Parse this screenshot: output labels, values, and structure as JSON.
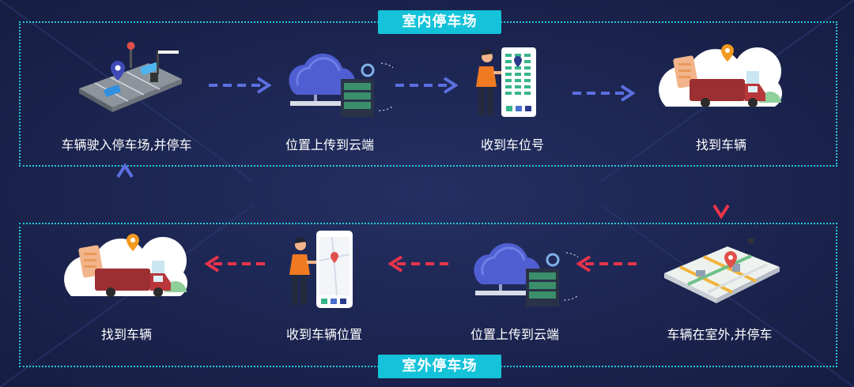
{
  "indoor": {
    "title": "室内停车场",
    "steps": [
      {
        "label": "车辆驶入停车场,并停车",
        "icon": "parking-lot-icon"
      },
      {
        "label": "位置上传到云端",
        "icon": "cloud-server-icon"
      },
      {
        "label": "收到车位号",
        "icon": "person-phone-icon"
      },
      {
        "label": "找到车辆",
        "icon": "truck-location-icon"
      }
    ]
  },
  "outdoor": {
    "title": "室外停车场",
    "steps": [
      {
        "label": "找到车辆",
        "icon": "truck-location-icon"
      },
      {
        "label": "收到车辆位置",
        "icon": "person-phone-map-icon"
      },
      {
        "label": "位置上传到云端",
        "icon": "cloud-server-icon"
      },
      {
        "label": "车辆在室外,并停车",
        "icon": "city-map-icon"
      }
    ]
  },
  "colors": {
    "frame": "#27c9d8",
    "badge": "#14c3d9",
    "indoor_arrow": "#5b6fe0",
    "outdoor_arrow": "#e8344a"
  }
}
